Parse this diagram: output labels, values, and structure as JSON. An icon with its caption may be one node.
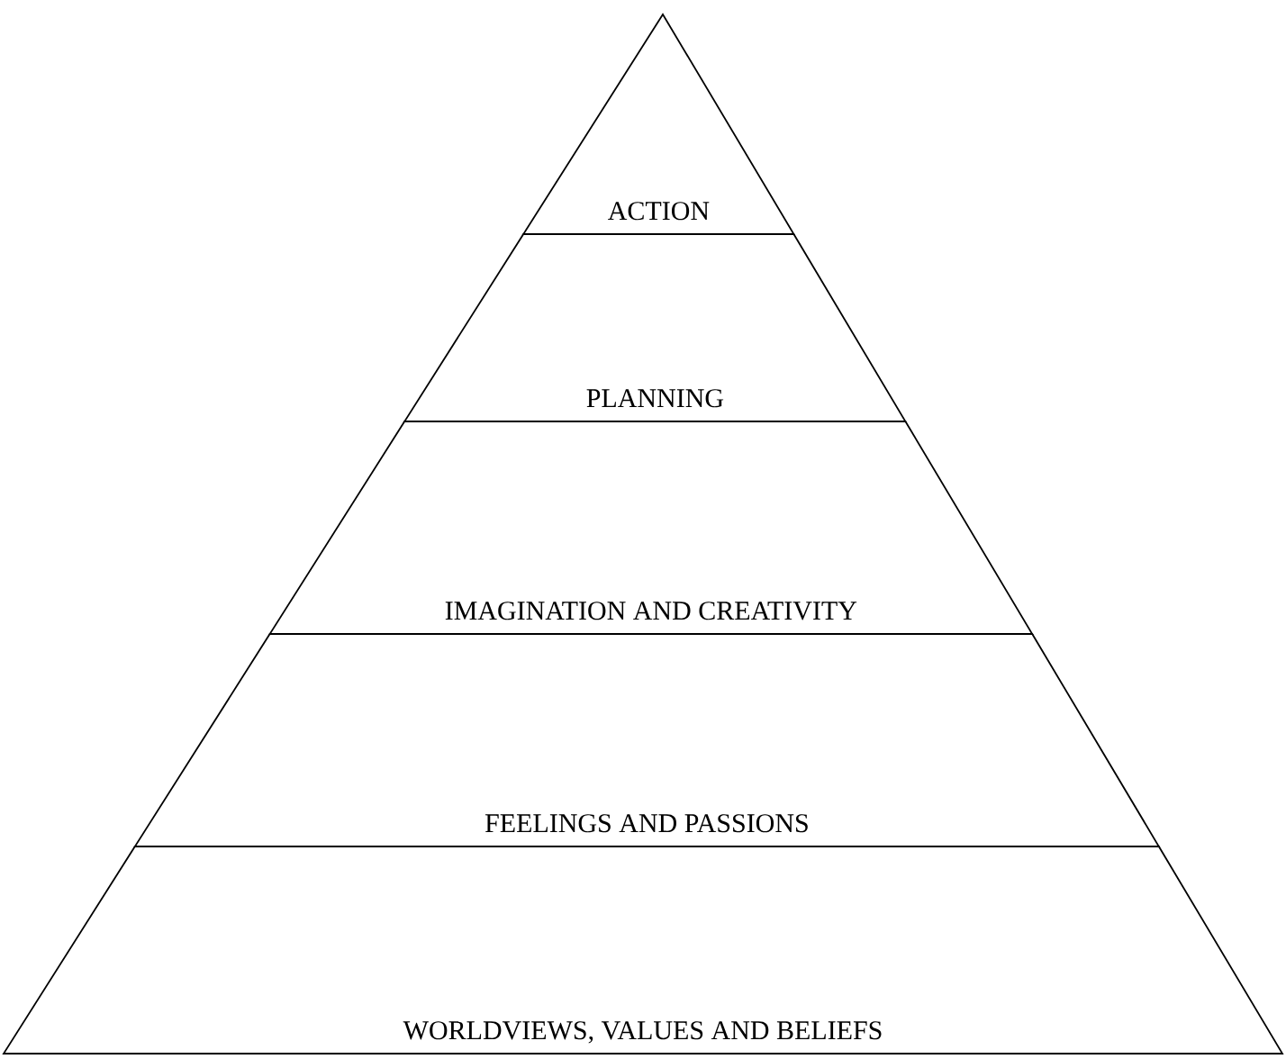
{
  "diagram": {
    "nodes": [
      {
        "text": [
          "ACTION"
        ]
      },
      {
        "text": [
          "PLANNING"
        ]
      },
      {
        "text": [
          "IMAGINATION AND CREATIVITY"
        ]
      },
      {
        "text": [
          "FEELINGS AND PASSIONS"
        ]
      },
      {
        "text": [
          "WORLDVIEWS, VALUES AND BELIEFS"
        ]
      }
    ]
  }
}
